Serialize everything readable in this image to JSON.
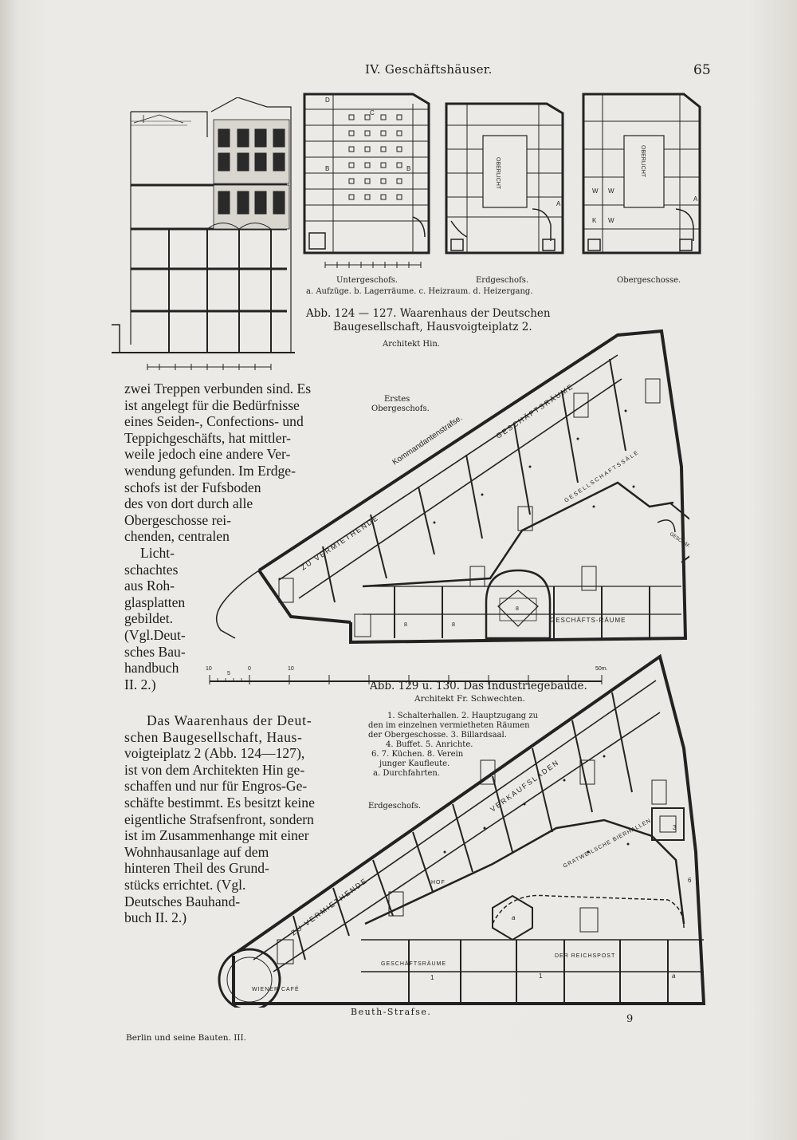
{
  "header": {
    "running_head": "IV. Geschäftshäuser.",
    "page_number": "65"
  },
  "fig_124_127": {
    "labels": {
      "untergeschoss": "Untergeschofs.",
      "erdgeschoss": "Erdgeschofs.",
      "obergeschosse": "Obergeschosse."
    },
    "legend": "a. Aufzüge.  b. Lagerräume.  c. Heizraum.  d. Heizergang.",
    "caption_line1": "Abb. 124 — 127.  Waarenhaus der Deutschen",
    "caption_line2": "Baugesellschaft, Hausvoigteiplatz 2.",
    "architect": "Architekt Hin.",
    "plan_marks": {
      "oberlicht": "OBERLICHT",
      "a": "A",
      "b": "B",
      "c": "C",
      "d": "D",
      "w": "W",
      "k": "K"
    }
  },
  "fig_129_130": {
    "floor_label_1": "Erstes",
    "floor_label_2": "Obergeschofs.",
    "street_label_top": "Kommandantenstrafse.",
    "room_labels_upper": {
      "zu_vermiethende": "ZU  VERMIETHENDE",
      "geschaeftsraeume": "GESCHÄFTSRÄUME",
      "gesellschaftssaele": "GESELLSCHAFTSSÄLE",
      "geschaefts_raeume_right": "GESCHÄFTS-RÄUME",
      "geschaefts_raeume_bottom": "GESCHÄFTS-RÄUME",
      "num8": "8"
    },
    "scale_labels": {
      "s10": "10",
      "s5": "5",
      "s0": "0",
      "s10b": "10",
      "s50": "50m."
    },
    "caption_line1": "Abb. 129 u. 130.  Das Industriegebäude.",
    "architect": "Architekt Fr. Schwechten.",
    "legend": [
      "1. Schalterhallen.  2. Hauptzugang zu",
      "den im einzelnen vermietheten Räumen",
      "der Obergeschosse.  3. Billardsaal.",
      "4. Buffet.  5. Anrichte.",
      "6. 7. Küchen.  8. Verein",
      "junger Kaufleute.",
      "a. Durchfahrten."
    ],
    "ground_floor_label": "Erdgeschofs.",
    "room_labels_lower": {
      "zu_vermiethende": "ZU  VERMIETHENDE",
      "verkaufsladen": "VERKAUFSLADEN",
      "gratweilsche": "GRATWEILSCHE BIERHALLEN",
      "hof": "HOF",
      "geschaeftsraeume": "GESCHÄFTSRÄUME",
      "der_reichspost": "DER   REICHSPOST",
      "wiener_cafe": "WIENER CAFÉ",
      "n1": "1",
      "n3": "3",
      "n6": "6",
      "na": "a"
    },
    "street_label_bottom": "Beuth-Strafse."
  },
  "body_text": {
    "p1_lines": [
      "zwei Treppen verbunden sind. Es",
      "ist angelegt für die Bedürfnisse",
      "eines Seiden-, Confections- und",
      "Teppichgeschäfts,  hat  mittler-",
      "weile jedoch eine andere Ver-",
      "wendung gefunden.  Im Erdge-",
      "schofs ist der Fufsboden",
      "des von dort durch alle",
      "Obergeschosse rei-",
      "chenden, centralen",
      "Licht-",
      "schachtes",
      "aus  Roh-",
      "glasplatten",
      "gebildet.",
      "(Vgl.Deut-",
      "sches Bau-",
      "handbuch",
      "II. 2.)"
    ],
    "p2_lines": [
      "Das Waarenhaus der Deut-",
      "schen Baugesellschaft, Haus-",
      "voigteiplatz 2 (Abb. 124—127),",
      "ist von dem Architekten Hin ge-",
      "schaffen und nur für Engros-Ge-",
      "schäfte bestimmt. Es besitzt keine",
      "eigentliche Strafsenfront, sondern",
      "ist im Zusammenhange mit einer",
      "Wohnhausanlage auf dem",
      "hinteren Theil des Grund-",
      "stücks errichtet. (Vgl.",
      "Deutsches Bauhand-",
      "buch II. 2.)"
    ]
  },
  "footer": {
    "left": "Berlin und seine Bauten. III.",
    "signature": "9"
  }
}
